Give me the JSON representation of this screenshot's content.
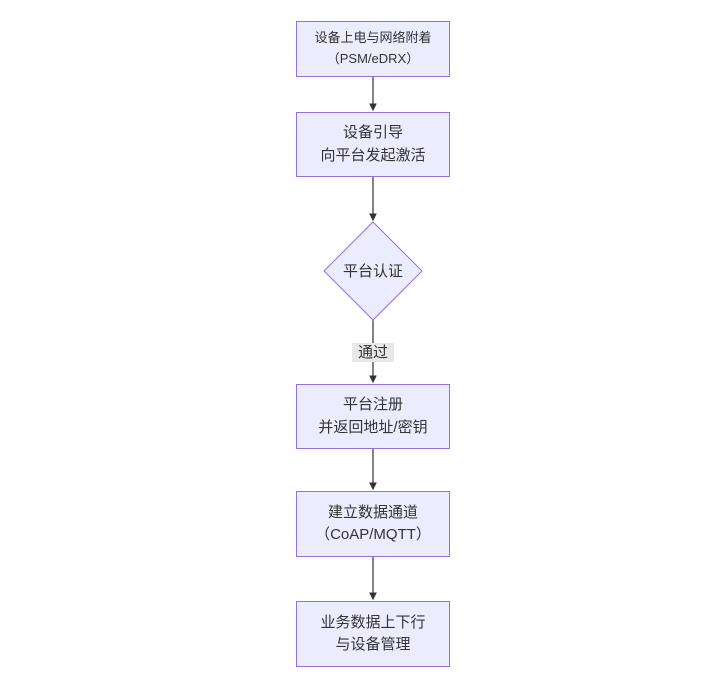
{
  "diagram": {
    "type": "flowchart-vertical",
    "colors": {
      "canvas_bg": "#ffffff",
      "node_fill": "#ececff",
      "node_border": "#9370db",
      "node_text": "#333333",
      "edge_line": "#333333",
      "edge_label_bg": "#e8e8e8",
      "edge_label_text": "#333333"
    },
    "nodes": [
      {
        "id": "power-attach",
        "shape": "rect",
        "line1": "设备上电与网络附着",
        "line2": "（PSM/eDRX）"
      },
      {
        "id": "bootstrap-activate",
        "shape": "rect",
        "line1": "设备引导",
        "line2": "向平台发起激活"
      },
      {
        "id": "platform-auth",
        "shape": "diamond",
        "line1": "平台认证",
        "line2": ""
      },
      {
        "id": "platform-register",
        "shape": "rect",
        "line1": "平台注册",
        "line2": "并返回地址/密钥"
      },
      {
        "id": "data-channel",
        "shape": "rect",
        "line1": "建立数据通道",
        "line2": "（CoAP/MQTT）"
      },
      {
        "id": "business-data",
        "shape": "rect",
        "line1": "业务数据上下行",
        "line2": "与设备管理"
      }
    ],
    "edges": [
      {
        "from": "power-attach",
        "to": "bootstrap-activate",
        "label": ""
      },
      {
        "from": "bootstrap-activate",
        "to": "platform-auth",
        "label": ""
      },
      {
        "from": "platform-auth",
        "to": "platform-register",
        "label": "通过"
      },
      {
        "from": "platform-register",
        "to": "data-channel",
        "label": ""
      },
      {
        "from": "data-channel",
        "to": "business-data",
        "label": ""
      }
    ]
  }
}
